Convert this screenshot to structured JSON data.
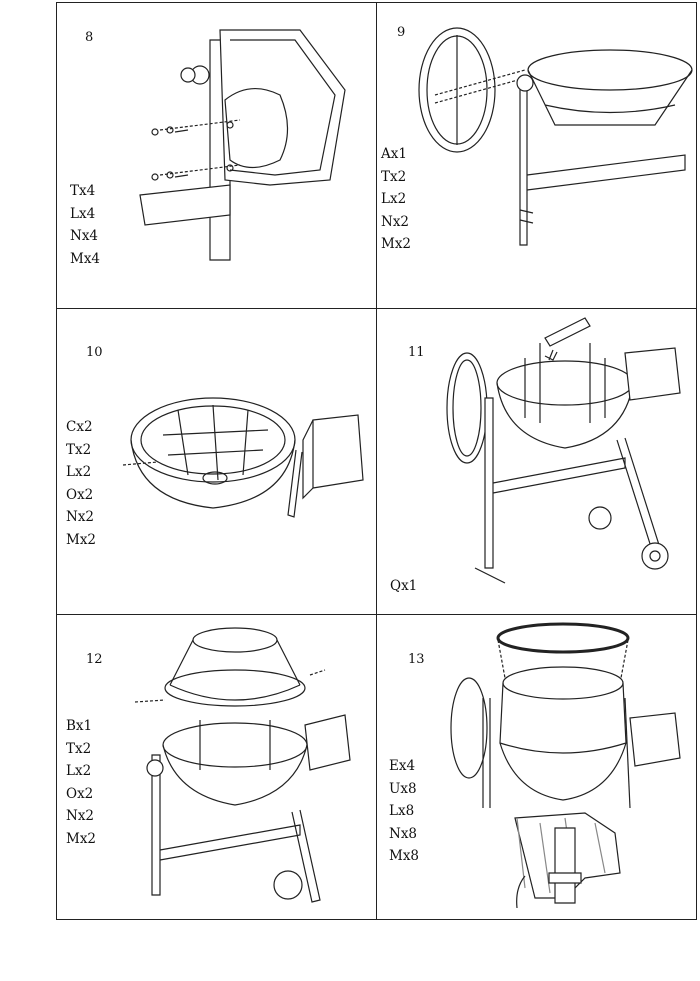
{
  "panels": [
    {
      "step": "8",
      "parts": [
        "Tx4",
        "Lx4",
        "Nx4",
        "Mx4"
      ]
    },
    {
      "step": "9",
      "parts": [
        "Ax1",
        "Tx2",
        "Lx2",
        "Nx2",
        "Mx2"
      ]
    },
    {
      "step": "10",
      "parts": [
        "Cx2",
        "Tx2",
        "Lx2",
        "Ox2",
        "Nx2",
        "Mx2"
      ]
    },
    {
      "step": "11",
      "parts": [
        "Qx1"
      ]
    },
    {
      "step": "12",
      "parts": [
        "Bx1",
        "Tx2",
        "Lx2",
        "Ox2",
        "Nx2",
        "Mx2"
      ]
    },
    {
      "step": "13",
      "parts": [
        "Ex4",
        "Ux8",
        "Lx8",
        "Nx8",
        "Mx8"
      ]
    }
  ],
  "colors": {
    "line": "#222222",
    "fill": "#ffffff",
    "hatch": "#888888"
  }
}
